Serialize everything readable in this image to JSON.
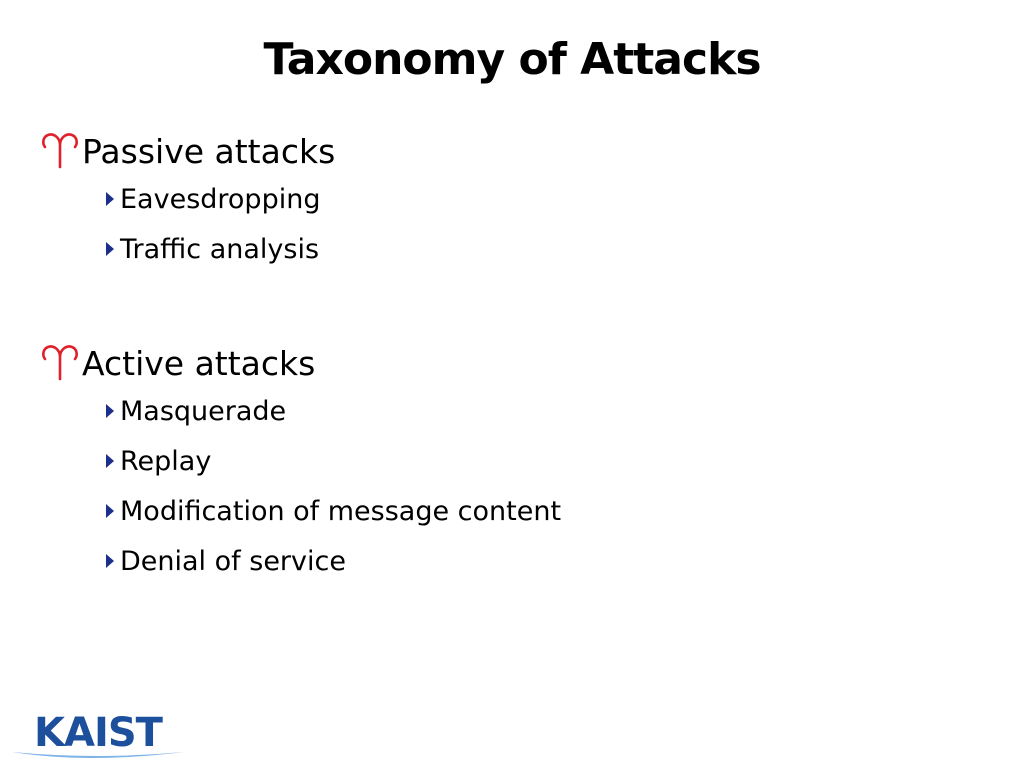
{
  "slide": {
    "title": "Taxonomy of Attacks",
    "sections": [
      {
        "heading": "Passive attacks",
        "items": [
          "Eavesdropping",
          "Traffic analysis"
        ]
      },
      {
        "heading": "Active attacks",
        "items": [
          "Masquerade",
          "Replay",
          "Modification of message content",
          "Denial of service"
        ]
      }
    ]
  },
  "logo": {
    "text": "KAIST"
  },
  "colors": {
    "bullet_level1": "#e0202a",
    "bullet_level2": "#1c2f8c",
    "logo_blue": "#1c4f9c",
    "logo_swoosh": "#7fb3e8"
  },
  "icons": {
    "level1_bullet": "aries-symbol-icon",
    "level2_bullet": "triangle-right-icon"
  }
}
